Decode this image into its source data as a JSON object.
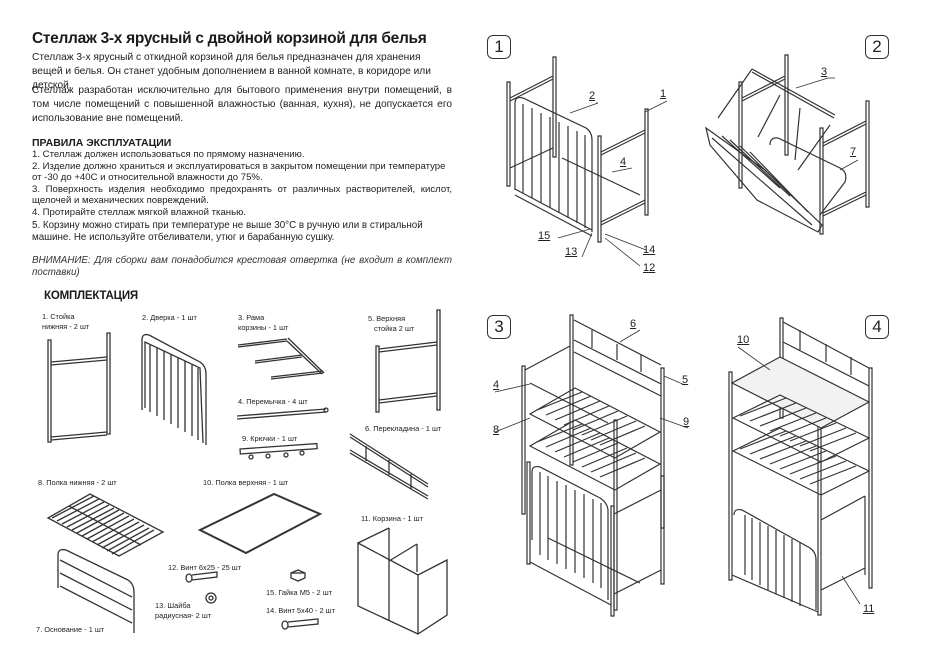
{
  "document": {
    "title": "Стеллаж 3-х ярусный с двойной корзиной для белья",
    "intro_paragraphs": [
      "Стеллаж 3-х ярусный с откидной корзиной для белья предназначен для хранения вещей и белья. Он станет удобным дополнением в ванной комнате, в коридоре или детской.",
      "Стеллаж разработан исключительно для бытового применения внутри помещений, в том числе помещений с повышенной влажностью (ванная, кухня), не допускается его использование вне помещений."
    ],
    "rules": {
      "heading": "ПРАВИЛА ЭКСПЛУАТАЦИИ",
      "items": [
        "1. Стеллаж должен использоваться по прямому назначению.",
        "2. Изделие должно храниться и эксплуатироваться в закрытом помещении при температуре от -30 до +40С и относительной влажности до 75%.",
        "3. Поверхность изделия необходимо предохранять от различных растворителей, кислот, щелочей и механических повреждений.",
        "4. Протирайте стеллаж мягкой влажной тканью.",
        "5. Корзину можно стирать при температуре не выше 30°С в ручную или в стиральной машине. Не используйте отбеливатели, утюг и барабанную сушку."
      ]
    },
    "warning": "ВНИМАНИЕ: Для сборки вам понадобится крестовая отвертка (не входит в комплект поставки)",
    "kit": {
      "heading": "КОМПЛЕКТАЦИЯ",
      "parts": [
        {
          "id": 1,
          "label_line1": "1. Стойка",
          "label_line2": "нижняя - 2 шт"
        },
        {
          "id": 2,
          "label_line1": "2. Дверка - 1 шт"
        },
        {
          "id": 3,
          "label_line1": "3. Рама",
          "label_line2": "корзины - 1 шт"
        },
        {
          "id": 4,
          "label_line1": "4. Перемычка - 4 шт"
        },
        {
          "id": 5,
          "label_line1": "5. Верхняя",
          "label_line2": "стойка 2 шт"
        },
        {
          "id": 6,
          "label_line1": "6. Перекладина - 1 шт"
        },
        {
          "id": 7,
          "label_line1": "7. Основание - 1 шт"
        },
        {
          "id": 8,
          "label_line1": "8. Полка нижняя - 2 шт"
        },
        {
          "id": 9,
          "label_line1": "9. Крючки - 1 шт"
        },
        {
          "id": 10,
          "label_line1": "10. Полка верхняя - 1 шт"
        },
        {
          "id": 11,
          "label_line1": "11. Корзина - 1 шт"
        },
        {
          "id": 12,
          "label_line1": "12. Винт 6х25 - 25 шт"
        },
        {
          "id": 13,
          "label_line1": "13. Шайба",
          "label_line2": "радиусная- 2 шт"
        },
        {
          "id": 14,
          "label_line1": "14. Винт 5х40 - 2 шт"
        },
        {
          "id": 15,
          "label_line1": "15. Гайка М5 - 2 шт"
        }
      ]
    },
    "assembly_steps": [
      {
        "step": "1",
        "callouts": [
          "1",
          "2",
          "4",
          "15",
          "13",
          "14",
          "12"
        ]
      },
      {
        "step": "2",
        "callouts": [
          "3",
          "7"
        ]
      },
      {
        "step": "3",
        "callouts": [
          "6",
          "4",
          "5",
          "8",
          "9"
        ]
      },
      {
        "step": "4",
        "callouts": [
          "10",
          "11"
        ]
      }
    ]
  }
}
